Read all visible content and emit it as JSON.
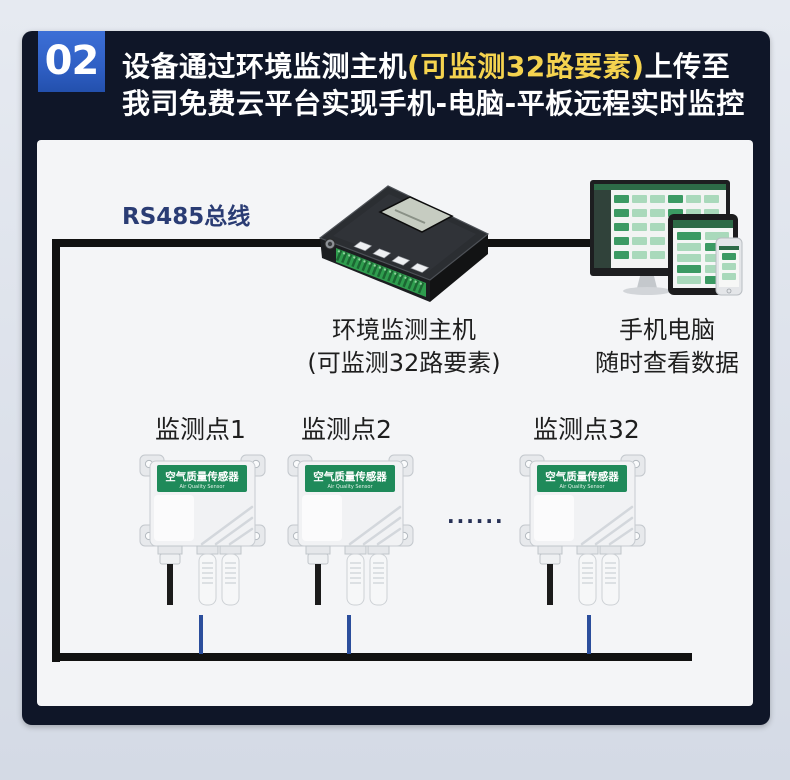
{
  "header": {
    "number": "02",
    "line1_prefix": "设备通过环境监测主机",
    "line1_highlight": "(可监测32路要素)",
    "line1_suffix": "上传至",
    "line2": "我司免费云平台实现手机-电脑-平板远程实时监控"
  },
  "bus": {
    "label": "RS485总线"
  },
  "host": {
    "name": "环境监测主机",
    "capacity": "(可监测32路要素)"
  },
  "terminals": {
    "line1": "手机电脑",
    "line2": "随时查看数据"
  },
  "points": [
    {
      "label": "监测点1",
      "sensor_title": "空气质量传感器",
      "sensor_subtitle": "Air Quality Sensor"
    },
    {
      "label": "监测点2",
      "sensor_title": "空气质量传感器",
      "sensor_subtitle": "Air Quality Sensor"
    },
    {
      "label": "监测点32",
      "sensor_title": "空气质量传感器",
      "sensor_subtitle": "Air Quality Sensor"
    }
  ],
  "ellipsis": "......",
  "illustrations": {
    "host": "environment-monitor-host-icon",
    "display": "monitor-tablet-phone-icon",
    "sensor": "air-quality-sensor-icon"
  },
  "colors": {
    "panel": "#0f1628",
    "accent": "#2f5fc4",
    "highlight": "#f5d34f",
    "bus_line": "#111111",
    "drop_line": "#2b4e9c",
    "sensor_plate": "#1f8a5a",
    "bus_label": "#2a3c74",
    "screen_green": "#2d6b47"
  }
}
